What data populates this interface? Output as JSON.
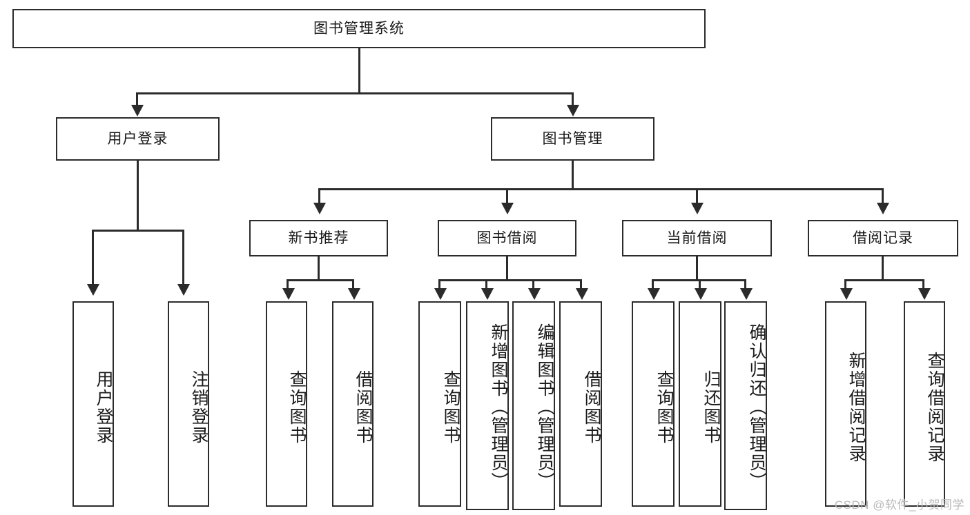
{
  "diagram": {
    "type": "tree-hierarchy",
    "title": "图书管理系统",
    "watermark": "CSDN @软件_小贺同学",
    "colors": {
      "stroke": "#2b2b2b",
      "fill": "#ffffff",
      "text": "#1a1a1a",
      "watermark": "#b9b9b9"
    },
    "nodes": {
      "root": {
        "label": "图书管理系统",
        "level": 1,
        "orientation": "horizontal"
      },
      "l2": [
        {
          "id": "user-login",
          "label": "用户登录",
          "level": 2,
          "orientation": "horizontal"
        },
        {
          "id": "book-manage",
          "label": "图书管理",
          "level": 2,
          "orientation": "horizontal"
        }
      ],
      "l3": [
        {
          "id": "new-book-rec",
          "label": "新书推荐",
          "level": 3,
          "orientation": "horizontal"
        },
        {
          "id": "book-borrow",
          "label": "图书借阅",
          "level": 3,
          "orientation": "horizontal"
        },
        {
          "id": "current-borrow",
          "label": "当前借阅",
          "level": 3,
          "orientation": "horizontal"
        },
        {
          "id": "borrow-record",
          "label": "借阅记录",
          "level": 3,
          "orientation": "horizontal"
        }
      ],
      "leaves": {
        "user_login": [
          {
            "id": "leaf-user-login",
            "label": "用户登录",
            "orientation": "vertical"
          },
          {
            "id": "leaf-user-logout",
            "label": "注销登录",
            "orientation": "vertical"
          }
        ],
        "new_book_rec": [
          {
            "id": "leaf-query-book-1",
            "label": "查询图书",
            "orientation": "vertical"
          },
          {
            "id": "leaf-borrow-book-1",
            "label": "借阅图书",
            "orientation": "vertical"
          }
        ],
        "book_borrow": [
          {
            "id": "leaf-query-book-2",
            "label": "查询图书",
            "orientation": "vertical"
          },
          {
            "id": "leaf-add-book",
            "label": "新增图书（管理员）",
            "orientation": "vertical"
          },
          {
            "id": "leaf-edit-book",
            "label": "编辑图书（管理员）",
            "orientation": "vertical"
          },
          {
            "id": "leaf-borrow-book-2",
            "label": "借阅图书",
            "orientation": "vertical"
          }
        ],
        "current_borrow": [
          {
            "id": "leaf-query-book-3",
            "label": "查询图书",
            "orientation": "vertical"
          },
          {
            "id": "leaf-return-book",
            "label": "归还图书",
            "orientation": "vertical"
          },
          {
            "id": "leaf-confirm-return",
            "label": "确认归还（管理员）",
            "orientation": "vertical"
          }
        ],
        "borrow_record": [
          {
            "id": "leaf-add-record",
            "label": "新增借阅记录",
            "orientation": "vertical"
          },
          {
            "id": "leaf-query-record",
            "label": "查询借阅记录",
            "orientation": "vertical"
          }
        ]
      }
    },
    "edges": [
      {
        "from": "图书管理系统",
        "to": "用户登录"
      },
      {
        "from": "图书管理系统",
        "to": "图书管理"
      },
      {
        "from": "用户登录",
        "to": "用户登录"
      },
      {
        "from": "用户登录",
        "to": "注销登录"
      },
      {
        "from": "图书管理",
        "to": "新书推荐"
      },
      {
        "from": "图书管理",
        "to": "图书借阅"
      },
      {
        "from": "图书管理",
        "to": "当前借阅"
      },
      {
        "from": "图书管理",
        "to": "借阅记录"
      },
      {
        "from": "新书推荐",
        "to": "查询图书"
      },
      {
        "from": "新书推荐",
        "to": "借阅图书"
      },
      {
        "from": "图书借阅",
        "to": "查询图书"
      },
      {
        "from": "图书借阅",
        "to": "新增图书（管理员）"
      },
      {
        "from": "图书借阅",
        "to": "编辑图书（管理员）"
      },
      {
        "from": "图书借阅",
        "to": "借阅图书"
      },
      {
        "from": "当前借阅",
        "to": "查询图书"
      },
      {
        "from": "当前借阅",
        "to": "归还图书"
      },
      {
        "from": "当前借阅",
        "to": "确认归还（管理员）"
      },
      {
        "from": "借阅记录",
        "to": "新增借阅记录"
      },
      {
        "from": "借阅记录",
        "to": "查询借阅记录"
      }
    ]
  }
}
